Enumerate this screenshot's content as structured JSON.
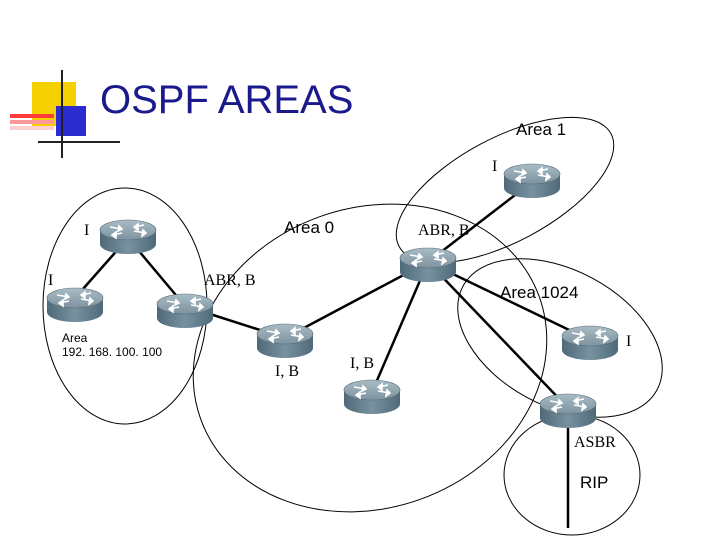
{
  "title": "OSPF AREAS",
  "areas": {
    "area_0": "Area 0",
    "area_1": "Area 1",
    "area_1024": "Area 1024",
    "area_192": "Area\n192. 168. 100. 100",
    "rip": "RIP"
  },
  "roles": {
    "r_area1": "I",
    "r_topleft": "I",
    "r_left": "I",
    "r_abr_left": "ABR, B",
    "r_abr_right": "ABR, B",
    "r_ib_center": "I, B",
    "r_ib_lower": "I, B",
    "r_right": "I",
    "r_asbr": "ASBR"
  },
  "colors": {
    "router_top": "#8a9ea8",
    "router_body": "#5e7a88",
    "title": "#1a1a8c",
    "deco_yellow": "#f5d000",
    "deco_blue": "#2b2bd0",
    "deco_red": "#ff3b3b"
  }
}
